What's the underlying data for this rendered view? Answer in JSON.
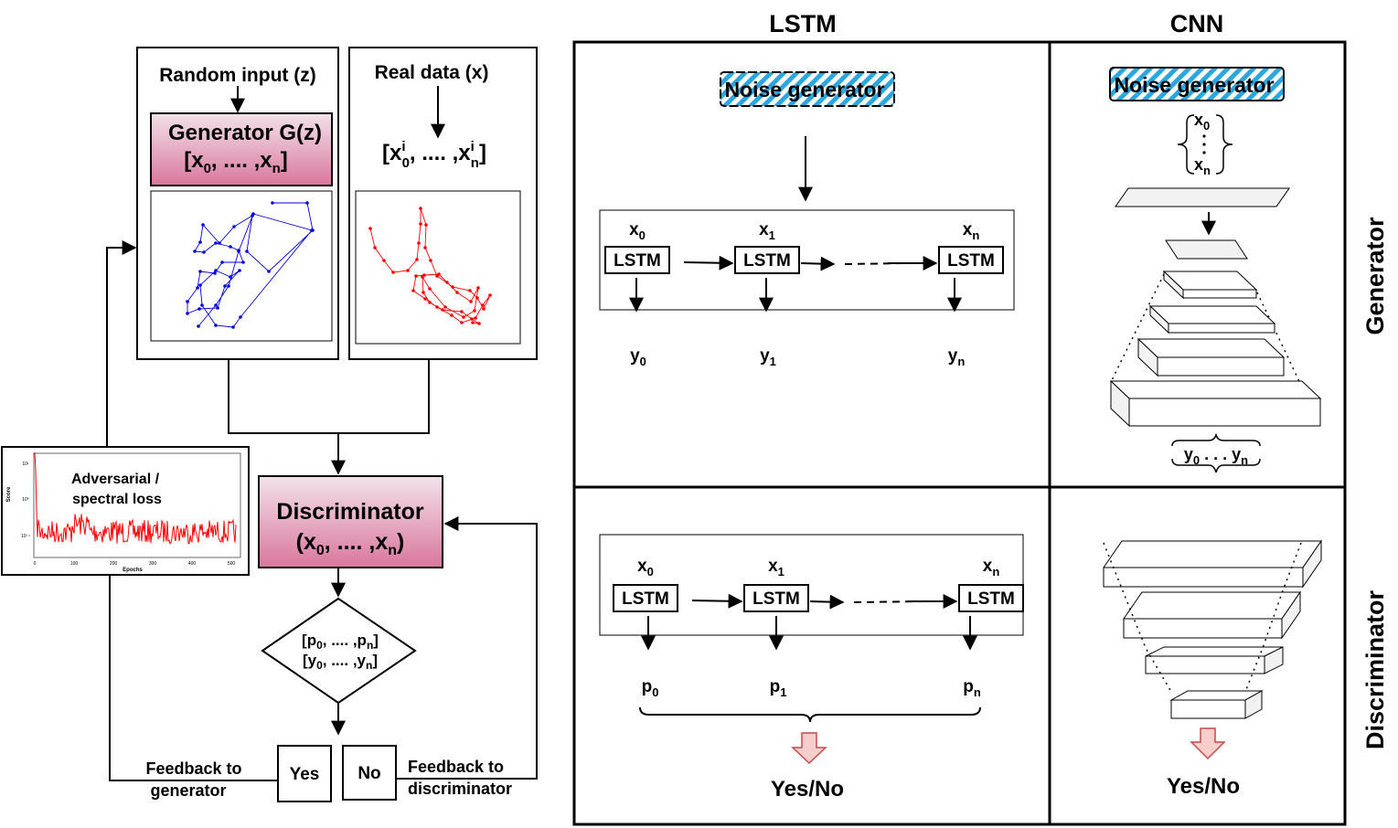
{
  "left": {
    "random_input": "Random input (z)",
    "real_data": "Real data (x)",
    "generator": {
      "line1": "Generator G(z)",
      "line2_open": "[x",
      "sub0": "0",
      "mid": ", .... ,x",
      "subn": "n",
      "close": "]"
    },
    "real_vec": {
      "open": "[x",
      "sup": "i",
      "sub0": "0",
      "mid": ", .... ,x",
      "sup2": "i",
      "subn": "n",
      "close": "]"
    },
    "discriminator": {
      "line1": "Discriminator",
      "open": "(x",
      "sub0": "0",
      "mid": ", .... ,x",
      "subn": "n",
      "close": ")"
    },
    "decision": {
      "l1_open": "[p",
      "l1_sub0": "0",
      "l1_mid": ", .... ,p",
      "l1_subn": "n",
      "l1_close": "]",
      "l2_open": "[y",
      "l2_sub0": "0",
      "l2_mid": ", .... ,y",
      "l2_subn": "n",
      "l2_close": "]"
    },
    "yes": "Yes",
    "no": "No",
    "feedback_gen": [
      "Feedback to",
      "generator"
    ],
    "feedback_disc": [
      "Feedback to",
      "discriminator"
    ],
    "loss_title": [
      "Adversarial /",
      "spectral loss"
    ],
    "loss_xlabel": "Epochs",
    "loss_ylabel": "Score",
    "loss_xticks": [
      "0",
      "100",
      "200",
      "300",
      "400",
      "500"
    ],
    "loss_yticks": [
      "10¹",
      "10⁰",
      "10⁻¹"
    ]
  },
  "right": {
    "col_lstm": "LSTM",
    "col_cnn": "CNN",
    "row_generator": "Generator",
    "row_discriminator": "Discriminator",
    "noise_generator": "Noise generator",
    "lstm_label": "LSTM",
    "gen_inputs": [
      [
        "x",
        "0"
      ],
      [
        "x",
        "1"
      ],
      [
        "x",
        "n"
      ]
    ],
    "gen_outputs": [
      [
        "y",
        "0"
      ],
      [
        "y",
        "1"
      ],
      [
        "y",
        "n"
      ]
    ],
    "disc_inputs": [
      [
        "x",
        "0"
      ],
      [
        "x",
        "1"
      ],
      [
        "x",
        "n"
      ]
    ],
    "disc_outputs": [
      [
        "p",
        "0"
      ],
      [
        "p",
        "1"
      ],
      [
        "p",
        "n"
      ]
    ],
    "cnn_vector": [
      [
        "x",
        "0"
      ],
      [
        "x",
        "n"
      ]
    ],
    "cnn_out": {
      "a": "y",
      "a_sub": "0",
      "dots": " . . . ",
      "b": "y",
      "b_sub": "n"
    },
    "yes_no": "Yes/No",
    "ellipsis": "- - - -"
  },
  "colors": {
    "generator_top": "#f3e2ea",
    "generator_bottom": "#d9779c",
    "blue_series": "#0000e0",
    "red_series": "#ff0000",
    "noise_stripe": "#2aa6e0",
    "arrow_fill": "#f8cecc",
    "arrow_stroke": "#c44a4a",
    "face_light": "#f2f2f2"
  }
}
